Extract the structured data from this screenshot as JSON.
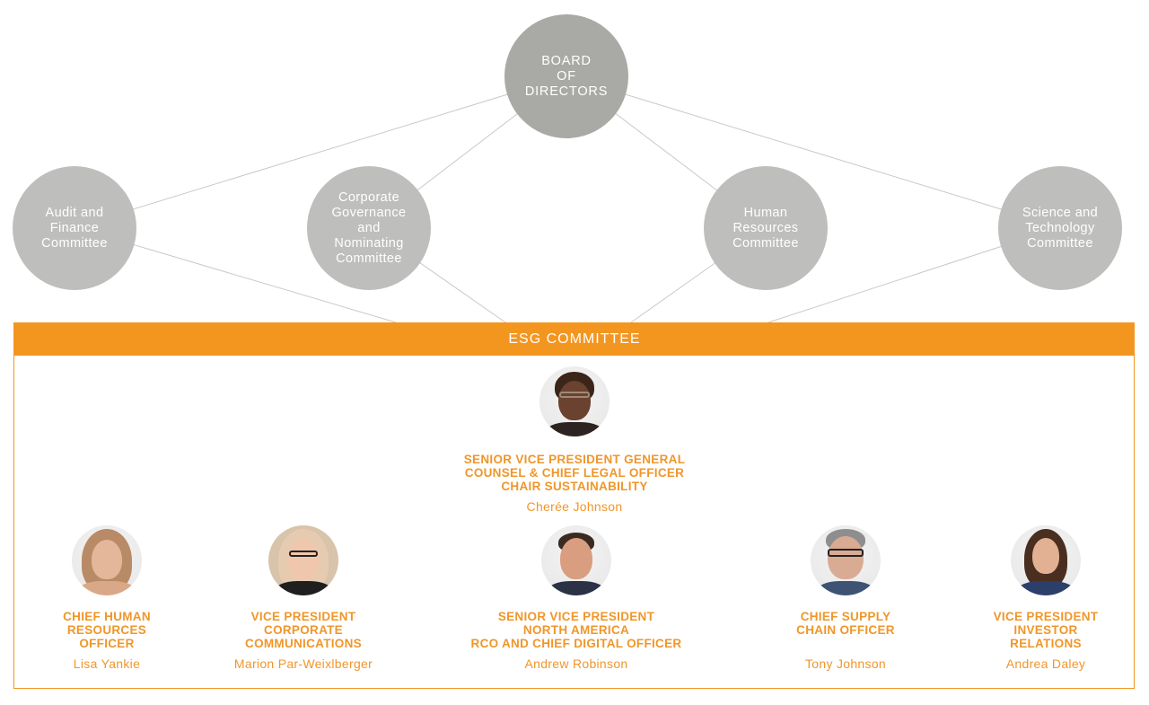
{
  "board": {
    "label": "BOARD\nOF\nDIRECTORS"
  },
  "committees": [
    {
      "label": "Audit and\nFinance\nCommittee"
    },
    {
      "label": "Corporate\nGovernance\nand\nNominating\nCommittee"
    },
    {
      "label": "Human\nResources\nCommittee"
    },
    {
      "label": "Science and\nTechnology\nCommittee"
    }
  ],
  "esg": {
    "title": "ESG COMMITTEE"
  },
  "chair": {
    "title": "SENIOR VICE PRESIDENT GENERAL\nCOUNSEL & CHIEF LEGAL OFFICER\nCHAIR SUSTAINABILITY",
    "name": "Cherée Johnson"
  },
  "members": [
    {
      "title": "CHIEF HUMAN\nRESOURCES\nOFFICER",
      "name": "Lisa Yankie"
    },
    {
      "title": "VICE PRESIDENT\nCORPORATE\nCOMMUNICATIONS",
      "name": "Marion Par-Weixlberger"
    },
    {
      "title": "SENIOR VICE PRESIDENT\nNORTH AMERICA\nRCO AND CHIEF DIGITAL OFFICER",
      "name": "Andrew Robinson"
    },
    {
      "title": "CHIEF SUPPLY\nCHAIN OFFICER",
      "name": "Tony Johnson"
    },
    {
      "title": "VICE PRESIDENT\nINVESTOR\nRELATIONS",
      "name": "Andrea Daley"
    }
  ],
  "colors": {
    "accent": "#f39620",
    "accent_text": "#f0962a",
    "board_circle": "#a9a9a5",
    "committee_circle": "#bebebc",
    "connector": "#c9c9c9"
  }
}
